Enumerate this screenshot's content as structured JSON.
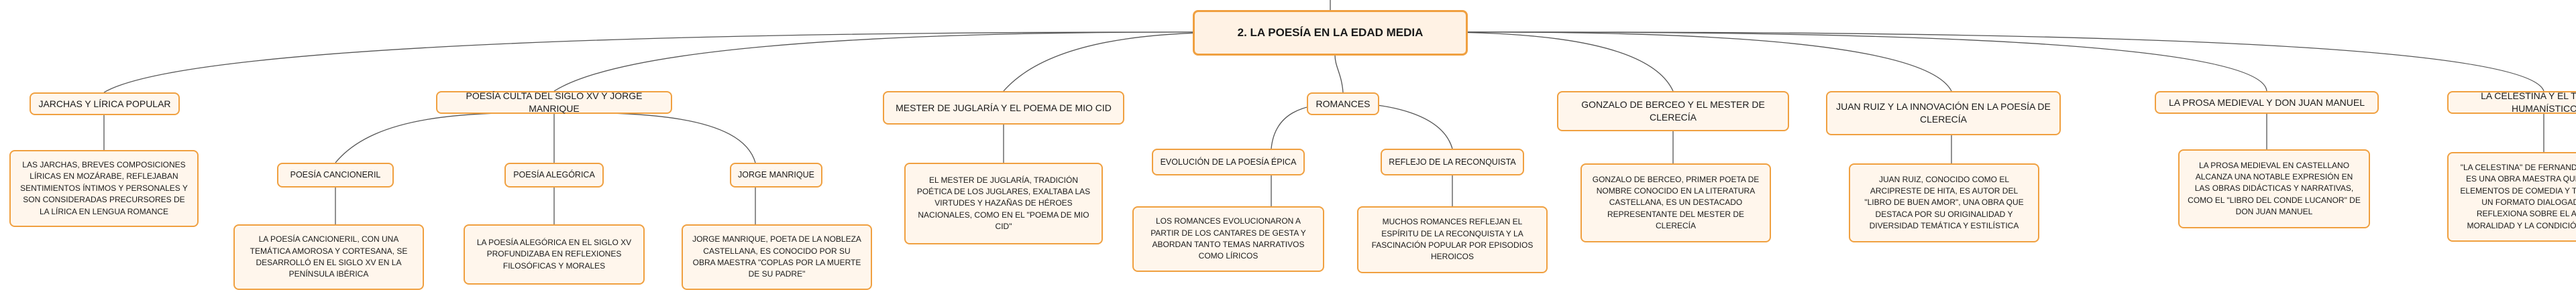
{
  "root": "2. LA POESÍA EN LA EDAD MEDIA",
  "jarchas": {
    "title": "JARCHAS Y LÍRICA POPULAR",
    "text": "LAS JARCHAS, BREVES COMPOSICIONES LÍRICAS EN MOZÁRABE, REFLEJABAN SENTIMIENTOS ÍNTIMOS Y PERSONALES Y SON CONSIDERADAS PRECURSORES DE LA LÍRICA EN LENGUA ROMANCE"
  },
  "poesia_culta": {
    "title": "POESÍA CULTA DEL SIGLO XV Y JORGE MANRIQUE",
    "cancioneril": {
      "title": "POESÍA CANCIONERIL",
      "text": "LA POESÍA CANCIONERIL, CON UNA TEMÁTICA AMOROSA Y CORTESANA, SE DESARROLLÓ EN EL SIGLO XV EN LA PENÍNSULA IBÉRICA"
    },
    "alegorica": {
      "title": "POESÍA ALEGÓRICA",
      "text": "LA POESÍA ALEGÓRICA EN EL SIGLO XV PROFUNDIZABA EN REFLEXIONES FILOSÓFICAS Y MORALES"
    },
    "manrique": {
      "title": "JORGE MANRIQUE",
      "text": "JORGE MANRIQUE, POETA DE LA NOBLEZA CASTELLANA, ES CONOCIDO POR SU OBRA MAESTRA \"COPLAS POR LA MUERTE DE SU PADRE\""
    }
  },
  "juglaria": {
    "title": "MESTER DE JUGLARÍA Y EL POEMA DE MIO CID",
    "text": "EL MESTER DE JUGLARÍA, TRADICIÓN POÉTICA DE LOS JUGLARES, EXALTABA LAS VIRTUDES Y HAZAÑAS DE HÉROES NACIONALES, COMO EN EL \"POEMA DE MIO CID\""
  },
  "romances": {
    "title": "ROMANCES",
    "evolucion": {
      "title": "EVOLUCIÓN DE LA POESÍA ÉPICA",
      "text": "LOS ROMANCES EVOLUCIONARON A PARTIR DE LOS CANTARES DE GESTA Y ABORDAN TANTO TEMAS NARRATIVOS COMO LÍRICOS"
    },
    "reflejo": {
      "title": "REFLEJO DE LA RECONQUISTA",
      "text": "MUCHOS ROMANCES REFLEJAN EL ESPÍRITU DE LA RECONQUISTA Y LA FASCINACIÓN POPULAR POR EPISODIOS HEROICOS"
    }
  },
  "berceo": {
    "title": "GONZALO DE BERCEO Y EL MESTER DE CLERECÍA",
    "text": "GONZALO DE BERCEO, PRIMER POETA DE NOMBRE CONOCIDO EN LA LITERATURA CASTELLANA, ES UN DESTACADO REPRESENTANTE DEL MESTER DE CLERECÍA"
  },
  "juan_ruiz": {
    "title": "JUAN RUIZ Y LA INNOVACIÓN EN LA POESÍA DE CLERECÍA",
    "text": "JUAN RUIZ, CONOCIDO COMO EL ARCIPRESTE DE HITA, ES AUTOR DEL \"LIBRO DE BUEN AMOR\", UNA OBRA QUE DESTACA POR SU ORIGINALIDAD Y DIVERSIDAD TEMÁTICA Y ESTILÍSTICA"
  },
  "prosa": {
    "title": "LA PROSA MEDIEVAL Y DON JUAN MANUEL",
    "text": "LA PROSA MEDIEVAL EN CASTELLANO ALCANZA UNA NOTABLE EXPRESIÓN EN LAS OBRAS DIDÁCTICAS Y NARRATIVAS, COMO EL \"LIBRO DEL CONDE LUCANOR\" DE DON JUAN MANUEL"
  },
  "celestina": {
    "title": "LA CELESTINA Y EL TEATRO HUMANÍSTICO",
    "text": "\"LA CELESTINA\" DE FERNANDO DE ROJAS ES UNA OBRA MAESTRA QUE COMBINA ELEMENTOS DE COMEDIA Y TRAGEDIA EN UN FORMATO DIALOGADO QUE REFLEXIONA SOBRE EL AMOR, LA MORALIDAD Y LA CONDICIÓN HUMANA"
  },
  "colors": {
    "border": "#f0a040",
    "fill": "#fff6ec",
    "connector": "#555555"
  }
}
